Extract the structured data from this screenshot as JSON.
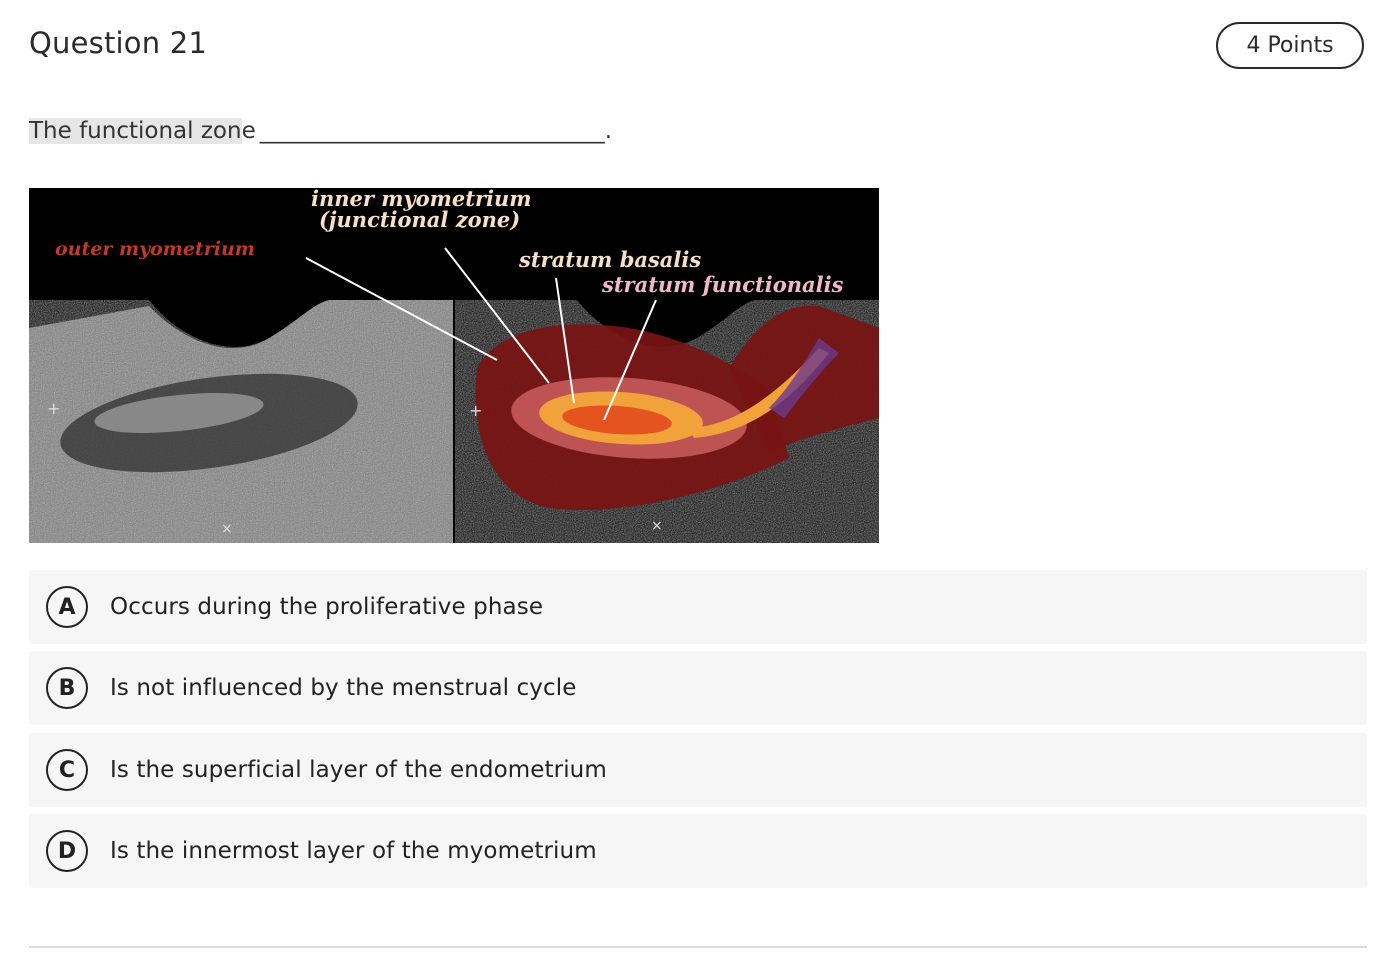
{
  "question": {
    "title": "Question 21",
    "points": "4 Points",
    "prompt_highlight": "The functional zon",
    "prompt_rest": "e",
    "prompt_blank": "______________________________."
  },
  "figure": {
    "labels": {
      "outer": "outer myometrium",
      "inner_line1": "inner myometrium",
      "inner_line2": "(junctional zone)",
      "basalis": "stratum basalis",
      "functionalis": "stratum functionalis"
    },
    "colors": {
      "outer_label": "#c0392b",
      "label_text": "#f6e0c8",
      "functionalis_label": "#f2b8c6"
    }
  },
  "choices": [
    {
      "letter": "A",
      "text": "Occurs during the proliferative phase"
    },
    {
      "letter": "B",
      "text": "Is not influenced by the menstrual cycle"
    },
    {
      "letter": "C",
      "text": "Is the superficial layer of the endometrium"
    },
    {
      "letter": "D",
      "text": "Is the innermost layer of the myometrium"
    }
  ]
}
